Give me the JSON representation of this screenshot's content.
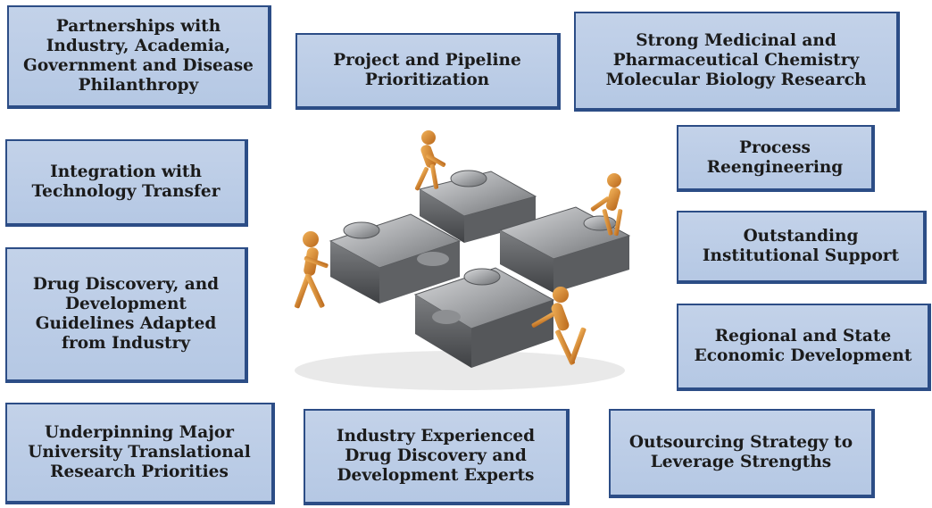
{
  "colors": {
    "box_fill": "#b9cbe6",
    "box_border": "#2c4d86",
    "puzzle_metal": "#a9abae",
    "figure_wood": "#e0922e"
  },
  "boxes": {
    "partnerships": "Partnerships with\nIndustry, Academia,\nGovernment and Disease\nPhilanthropy",
    "project_pipeline": "Project and Pipeline\nPrioritization",
    "medicinal_chemistry": "Strong Medicinal and\nPharmaceutical Chemistry\nMolecular Biology Research",
    "integration_tech_transfer": "Integration with\nTechnology Transfer",
    "process_reengineering": "Process\nReengineering",
    "institutional_support": "Outstanding\nInstitutional Support",
    "drug_discovery_guidelines": "Drug Discovery, and\nDevelopment\nGuidelines Adapted\nfrom Industry",
    "regional_state": "Regional and State\nEconomic Development",
    "university_priorities": "Underpinning Major\nUniversity Translational\nResearch Priorities",
    "industry_experts": "Industry Experienced\nDrug Discovery and\nDevelopment Experts",
    "outsourcing_strategy": "Outsourcing Strategy to\nLeverage Strengths"
  },
  "illustration": {
    "puzzle_icon": "puzzle-pieces-icon",
    "figure_icon": "wooden-mannequin-icon"
  }
}
